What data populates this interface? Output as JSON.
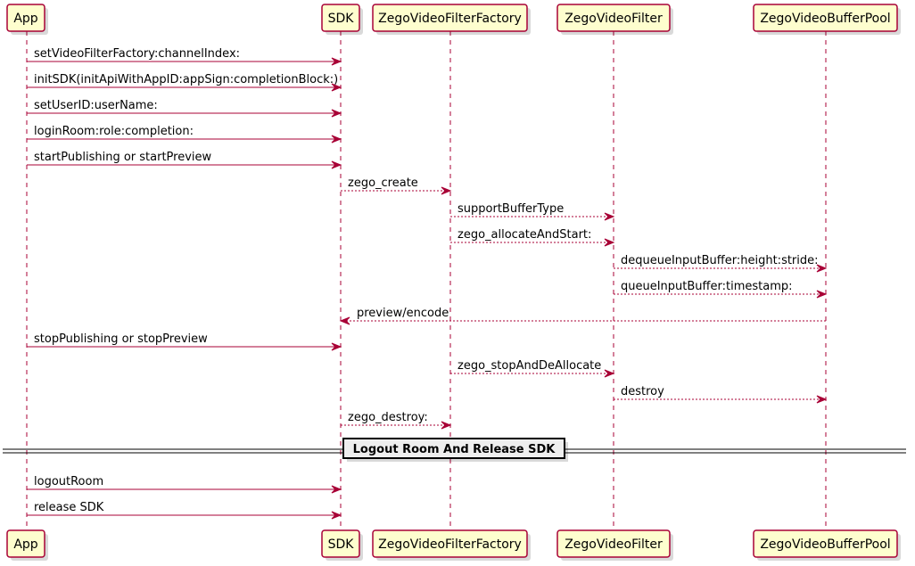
{
  "participants": [
    {
      "id": "app",
      "label": "App"
    },
    {
      "id": "sdk",
      "label": "SDK"
    },
    {
      "id": "factory",
      "label": "ZegoVideoFilterFactory"
    },
    {
      "id": "filter",
      "label": "ZegoVideoFilter"
    },
    {
      "id": "pool",
      "label": "ZegoVideoBufferPool"
    }
  ],
  "messages": [
    {
      "from": "app",
      "to": "sdk",
      "label": "setVideoFilterFactory:channelIndex:",
      "style": "solid"
    },
    {
      "from": "app",
      "to": "sdk",
      "label": "initSDK(initApiWithAppID:appSign:completionBlock:)",
      "style": "solid"
    },
    {
      "from": "app",
      "to": "sdk",
      "label": "setUserID:userName:",
      "style": "solid"
    },
    {
      "from": "app",
      "to": "sdk",
      "label": "loginRoom:role:completion:",
      "style": "solid"
    },
    {
      "from": "app",
      "to": "sdk",
      "label": "startPublishing or startPreview",
      "style": "solid"
    },
    {
      "from": "sdk",
      "to": "factory",
      "label": "zego_create",
      "style": "dashed"
    },
    {
      "from": "factory",
      "to": "filter",
      "label": "supportBufferType",
      "style": "dashed"
    },
    {
      "from": "factory",
      "to": "filter",
      "label": "zego_allocateAndStart:",
      "style": "dashed"
    },
    {
      "from": "filter",
      "to": "pool",
      "label": "dequeueInputBuffer:height:stride:",
      "style": "dashed"
    },
    {
      "from": "filter",
      "to": "pool",
      "label": "queueInputBuffer:timestamp:",
      "style": "dashed"
    },
    {
      "from": "pool",
      "to": "sdk",
      "label": "preview/encode",
      "style": "dashed"
    },
    {
      "from": "app",
      "to": "sdk",
      "label": "stopPublishing or stopPreview",
      "style": "solid"
    },
    {
      "from": "factory",
      "to": "filter",
      "label": "zego_stopAndDeAllocate",
      "style": "dashed"
    },
    {
      "from": "filter",
      "to": "pool",
      "label": "destroy",
      "style": "dashed"
    },
    {
      "from": "sdk",
      "to": "factory",
      "label": "zego_destroy:",
      "style": "dashed"
    },
    {
      "divider": "Logout Room And Release SDK"
    },
    {
      "from": "app",
      "to": "sdk",
      "label": "logoutRoom",
      "style": "solid"
    },
    {
      "from": "app",
      "to": "sdk",
      "label": "release SDK",
      "style": "solid"
    }
  ],
  "colors": {
    "participant_fill": "#FEFECE",
    "line": "#A80036",
    "divider_fill": "#EEEEEE"
  }
}
